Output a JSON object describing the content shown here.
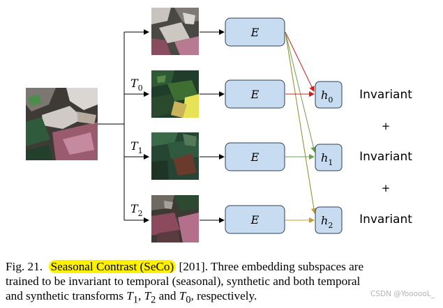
{
  "diagram": {
    "encoder_label": "E",
    "transform_labels": [
      "T",
      "T",
      "T"
    ],
    "transform_subscripts": [
      "0",
      "1",
      "2"
    ],
    "head_labels": [
      "h",
      "h",
      "h"
    ],
    "head_subscripts": [
      "0",
      "1",
      "2"
    ],
    "invariant_labels": [
      "Invariant",
      "Invariant",
      "Invariant"
    ],
    "plus_signs": [
      "+",
      "+"
    ]
  },
  "caption": {
    "prefix": "Fig. 21.",
    "highlight": "Seasonal Contrast (SeCo)",
    "line1_rest": "[201]. Three embedding subspaces are",
    "line2": "trained to be invariant to temporal (seasonal), synthetic and both temporal",
    "line3_start": "and synthetic transforms",
    "t1_sub": "1",
    "t2_sub": "2",
    "and_word": "and",
    "t0_sub": "0",
    "line3_end": ", respectively.",
    "sym_T": "T",
    "sep": ","
  },
  "watermark": "CSDN @YoooooL_",
  "colors": {
    "encoder_fill": "#c7dcf0",
    "encoder_stroke": "#2f3f52",
    "arrow_red": "#cc1f1f",
    "arrow_green": "#6aa24c",
    "arrow_olive": "#8c8a25",
    "arrow_orange": "#c89b2c",
    "highlight": "#fff200"
  }
}
